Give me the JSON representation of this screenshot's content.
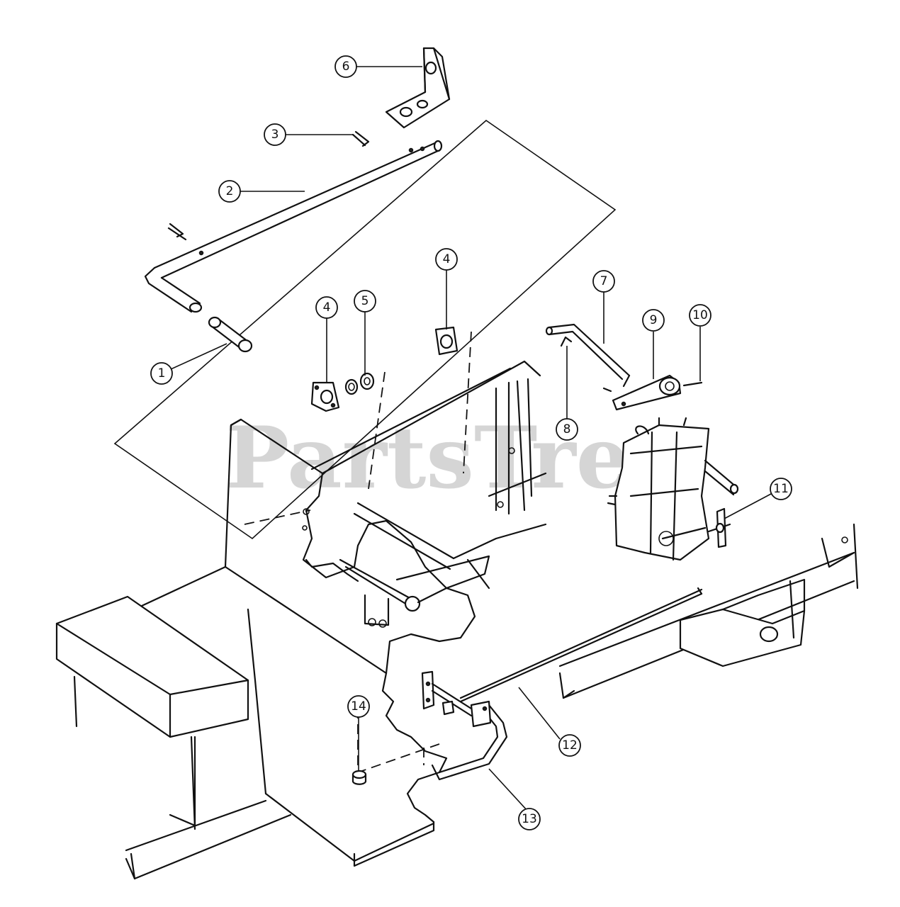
{
  "watermark": "PartsTree",
  "callouts": [
    {
      "id": "1",
      "label": "1"
    },
    {
      "id": "2",
      "label": "2"
    },
    {
      "id": "3",
      "label": "3"
    },
    {
      "id": "4a",
      "label": "4"
    },
    {
      "id": "4b",
      "label": "4"
    },
    {
      "id": "5",
      "label": "5"
    },
    {
      "id": "6",
      "label": "6"
    },
    {
      "id": "7",
      "label": "7"
    },
    {
      "id": "8",
      "label": "8"
    },
    {
      "id": "9",
      "label": "9"
    },
    {
      "id": "10",
      "label": "10"
    },
    {
      "id": "11",
      "label": "11"
    },
    {
      "id": "12",
      "label": "12"
    },
    {
      "id": "13",
      "label": "13"
    },
    {
      "id": "14",
      "label": "14"
    }
  ]
}
